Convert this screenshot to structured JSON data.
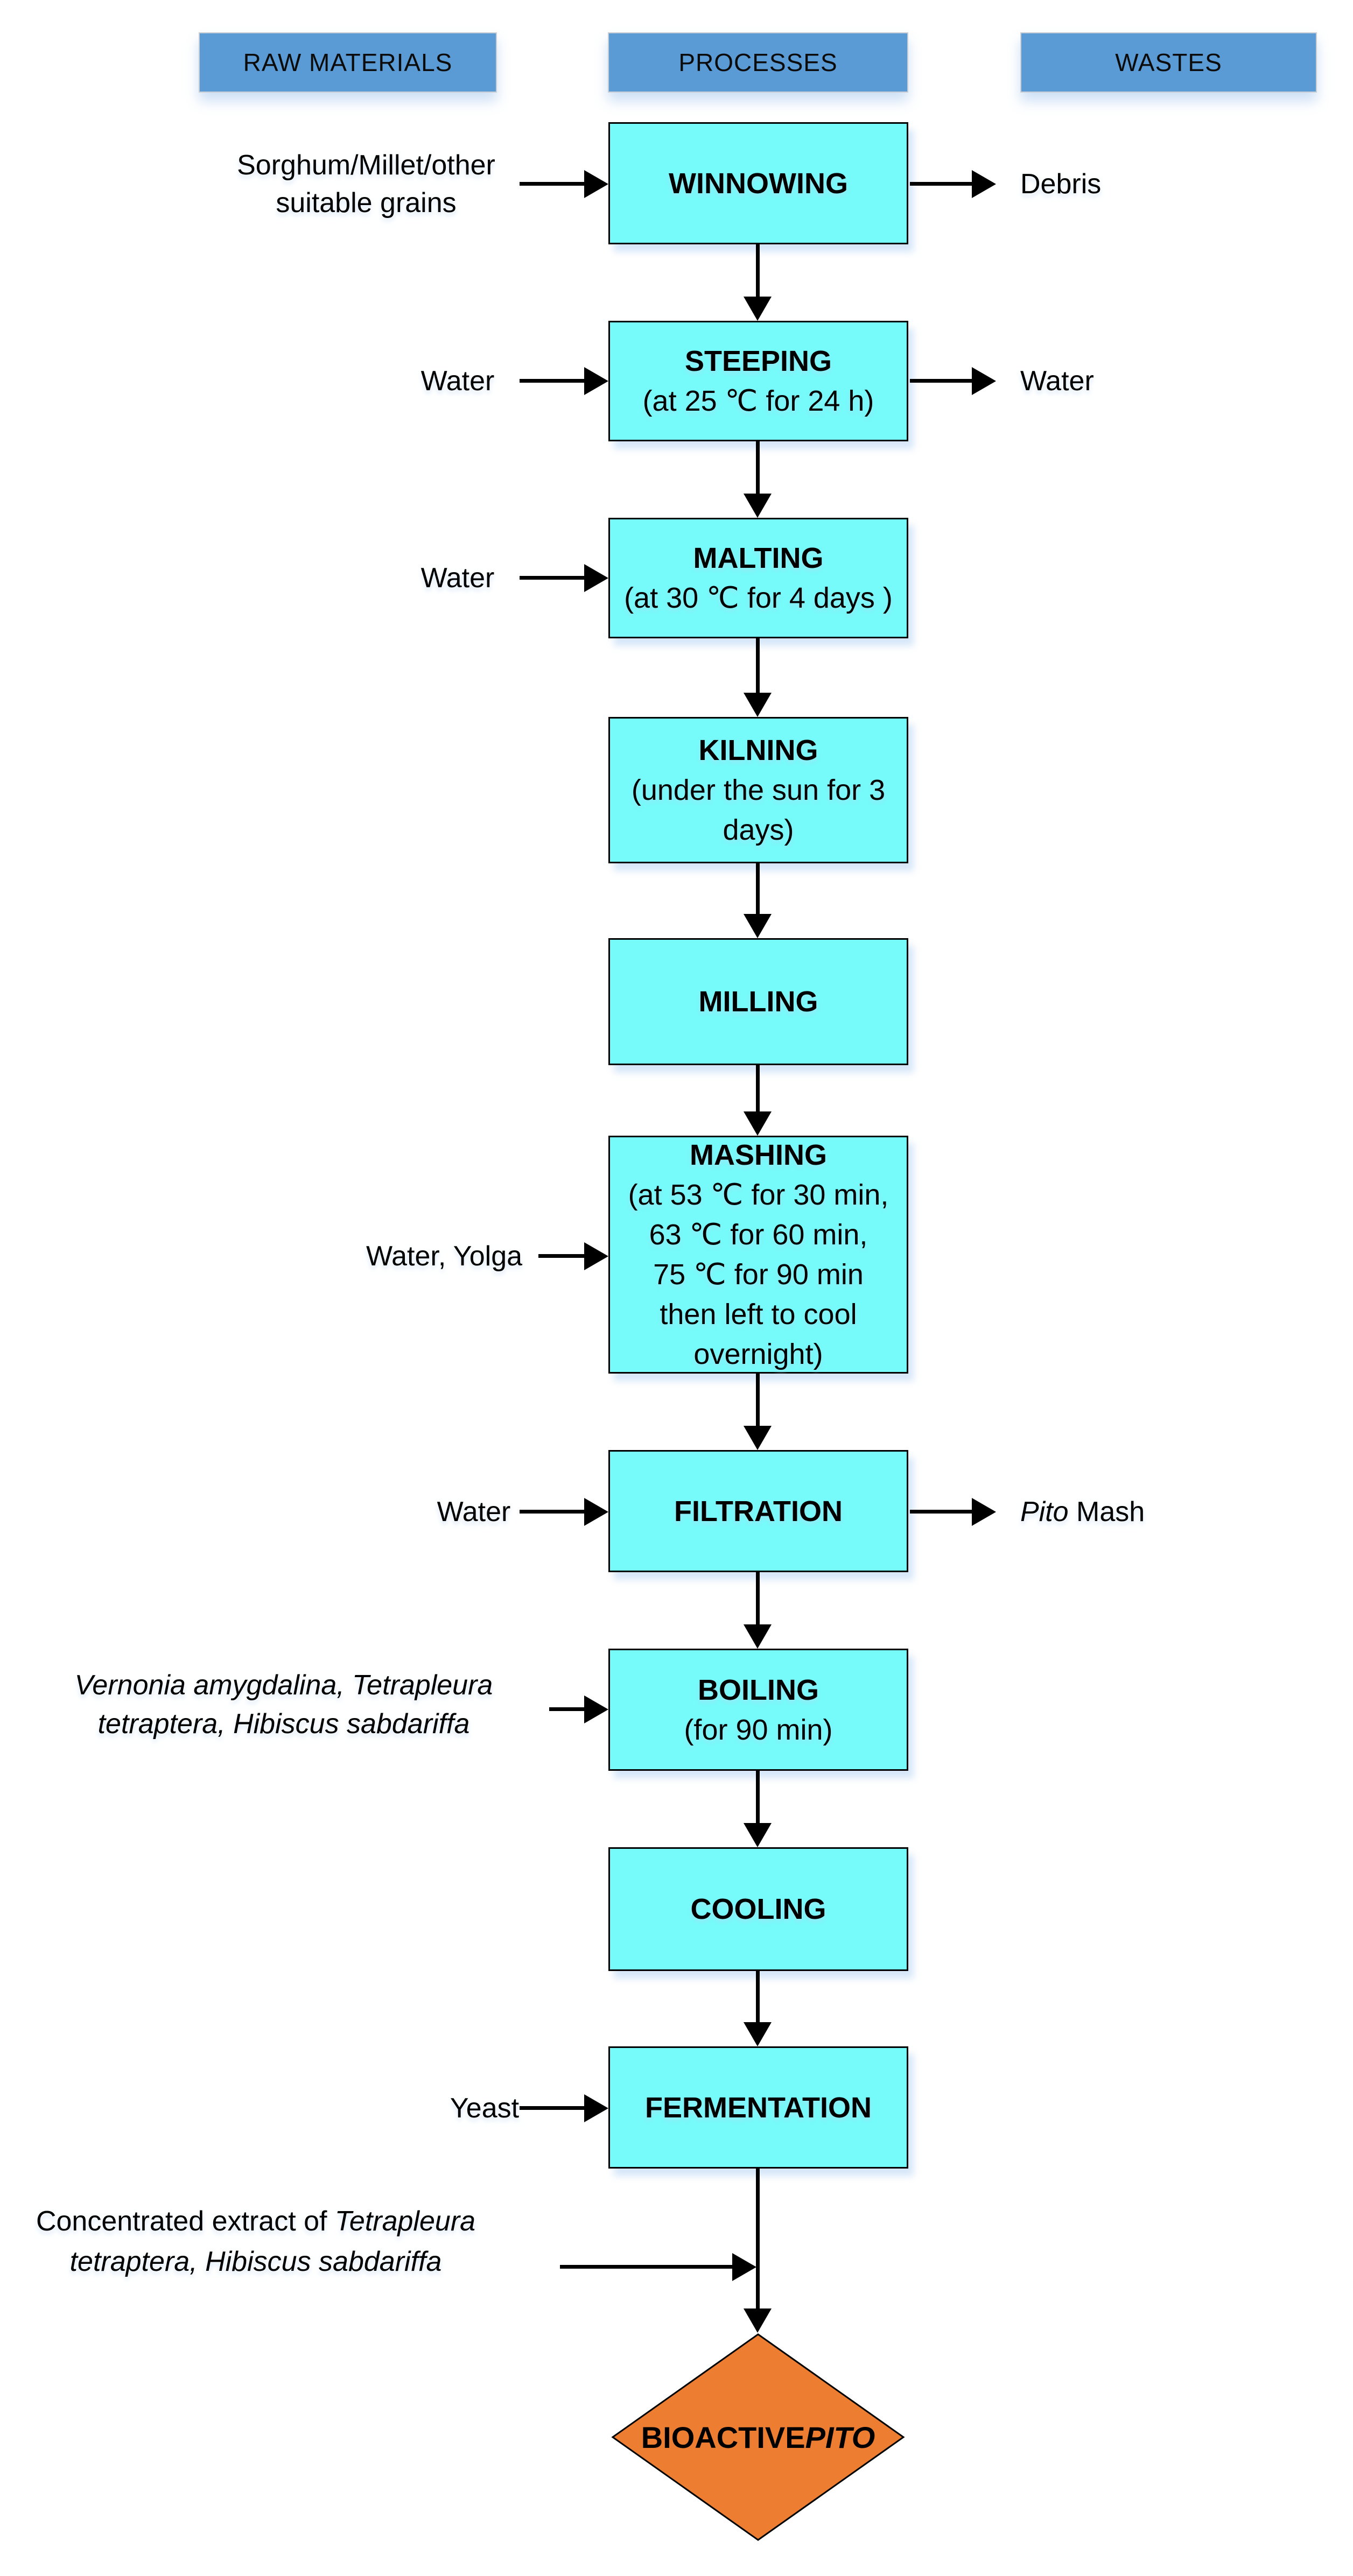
{
  "columns": {
    "raw_materials": "RAW MATERIALS",
    "processes": "PROCESSES",
    "wastes": "WASTES"
  },
  "steps": [
    {
      "name": "WINNOWING",
      "input_lines": [
        "Sorghum/Millet/other",
        "suitable grains"
      ],
      "output": "Debris"
    },
    {
      "name": "STEEPING",
      "detail_lines": [
        "(at 25 ℃ for 24 h)"
      ],
      "input": "Water",
      "output": "Water"
    },
    {
      "name": "MALTING",
      "detail_lines": [
        "(at 30 ℃ for 4 days )"
      ],
      "input": "Water"
    },
    {
      "name": "KILNING",
      "detail_lines": [
        "(under the sun for 3",
        "days)"
      ]
    },
    {
      "name": "MILLING"
    },
    {
      "name": "MASHING",
      "detail_lines": [
        "(at 53 ℃ for 30 min,",
        "63 ℃ for 60 min,",
        "75 ℃  for 90 min",
        "then left to cool",
        "overnight)"
      ],
      "input": "Water, Yolga"
    },
    {
      "name": "FILTRATION",
      "input": "Water",
      "output_italic": "Pito",
      "output_rest": " Mash"
    },
    {
      "name": "BOILING",
      "detail_lines": [
        "(for 90 min)"
      ],
      "input_italic_lines": [
        "Vernonia amygdalina, Tetrapleura",
        "tetraptera, Hibiscus sabdariffa"
      ]
    },
    {
      "name": "COOLING"
    },
    {
      "name": "FERMENTATION",
      "input": "Yeast"
    }
  ],
  "extract_note": {
    "line1_regular": "Concentrated extract of ",
    "line1_italic": "Tetrapleura",
    "line2_italic": "tetraptera, Hibiscus sabdariffa"
  },
  "final_product": {
    "regular": "BIOACTIVE ",
    "italic": "PITO"
  },
  "colors": {
    "header_fill": "#5B9BD5",
    "process_fill": "#76FAFA",
    "final_fill": "#ED7D31",
    "arrow": "#000000"
  }
}
